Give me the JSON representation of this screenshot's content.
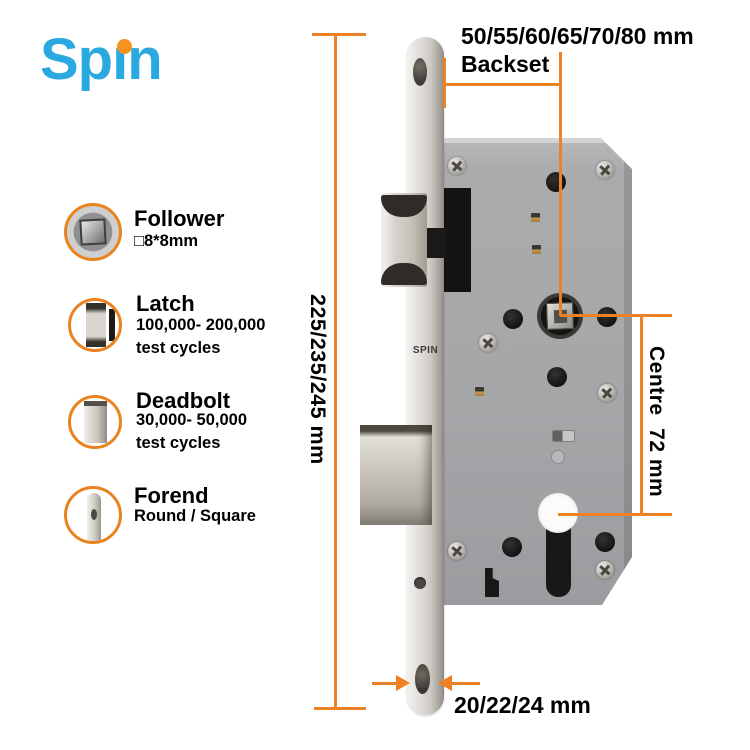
{
  "logo": {
    "text": "Spin",
    "display_parts": {
      "before_i": "Sp",
      "dotless_i": "ı",
      "after_i": "n"
    },
    "colors": {
      "text_blue": "#2AA9E0",
      "dot_orange": "#F6921E"
    }
  },
  "features": [
    {
      "icon": "follower-icon",
      "name": "Follower",
      "lines": [
        "□8*8mm"
      ]
    },
    {
      "icon": "latch-icon",
      "name": "Latch",
      "lines": [
        "100,000- 200,000",
        "test cycles"
      ]
    },
    {
      "icon": "deadbolt-icon",
      "name": "Deadbolt",
      "lines": [
        "30,000- 50,000",
        "test cycles"
      ]
    },
    {
      "icon": "forend-icon",
      "name": "Forend",
      "lines": [
        "Round / Square"
      ]
    }
  ],
  "lock": {
    "faceplate_text": "SPIN"
  },
  "dimensions": {
    "backset_line1": "50/55/60/65/70/80 mm",
    "backset_line2": "Backset",
    "height": "225/235/245 mm",
    "centre": "Centre  72 mm",
    "forend_width": "20/22/24 mm"
  },
  "colors": {
    "dimension_orange": "#ED8126",
    "callout_ring_orange": "#E8831F",
    "logo_blue": "#2AA9E0",
    "logo_dot_orange": "#F6921E"
  }
}
